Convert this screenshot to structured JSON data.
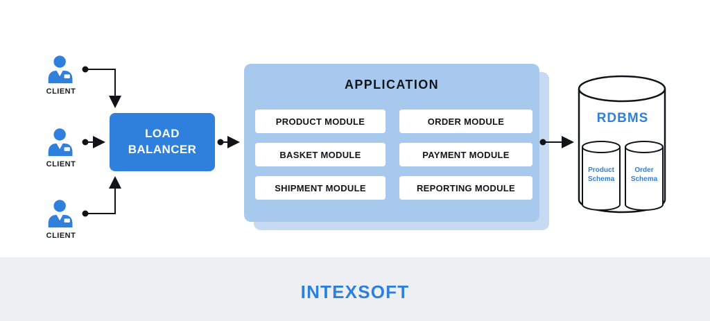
{
  "colors": {
    "primary_blue": "#2E80DC",
    "app_box": "#A8C9EE",
    "app_box_back": "#C6DAF4",
    "module_bg": "#FFFFFF",
    "line": "#101418",
    "footer_bg": "#EDEFF2"
  },
  "clients": [
    {
      "label": "CLIENT"
    },
    {
      "label": "CLIENT"
    },
    {
      "label": "CLIENT"
    }
  ],
  "load_balancer": {
    "label": "LOAD BALANCER"
  },
  "application": {
    "title": "APPLICATION",
    "modules": [
      {
        "label": "PRODUCT MODULE"
      },
      {
        "label": "ORDER MODULE"
      },
      {
        "label": "BASKET MODULE"
      },
      {
        "label": "PAYMENT MODULE"
      },
      {
        "label": "SHIPMENT MODULE"
      },
      {
        "label": "REPORTING MODULE"
      }
    ]
  },
  "database": {
    "title": "RDBMS",
    "schemas": [
      {
        "label": "Product Schema"
      },
      {
        "label": "Order Schema"
      }
    ]
  },
  "footer": {
    "logo": "INTEXSOFT"
  }
}
